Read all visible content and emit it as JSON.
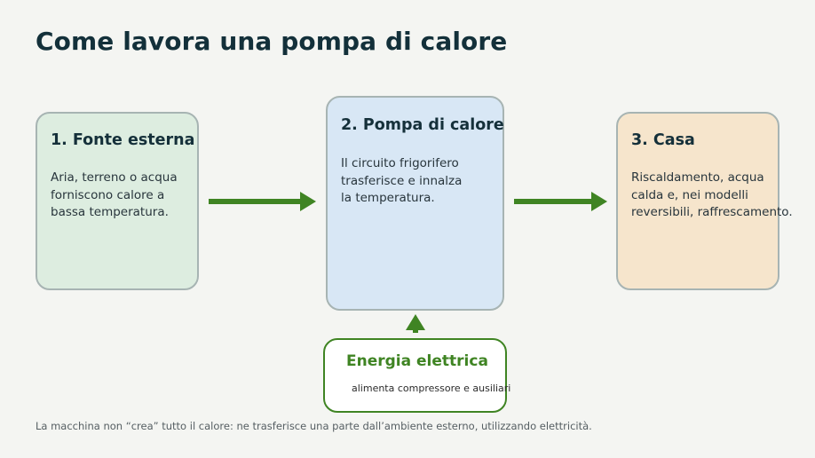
{
  "title": "Come lavora una pompa di calore",
  "steps": [
    {
      "title": "1. Fonte esterna",
      "lines": [
        "Aria, terreno o acqua",
        "forniscono calore a",
        "bassa temperatura."
      ]
    },
    {
      "title": "2. Pompa di calore",
      "lines": [
        "Il circuito frigorifero",
        "trasferisce e innalza",
        "la temperatura."
      ]
    },
    {
      "title": "3. Casa",
      "lines": [
        "Riscaldamento, acqua",
        "calda e, nei modelli",
        "reversibili, raffrescamento."
      ]
    }
  ],
  "energy": {
    "title": "Energia elettrica",
    "text": "alimenta compressore e ausiliari"
  },
  "footnote": "La macchina non “crea” tutto il calore: ne trasferisce una parte dall’ambiente esterno, utilizzando elettricità.",
  "colors": {
    "arrow": "#3f8423",
    "source_fill": "#ddede0",
    "pump_fill": "#d8e7f5",
    "home_fill": "#f6e5cc"
  }
}
